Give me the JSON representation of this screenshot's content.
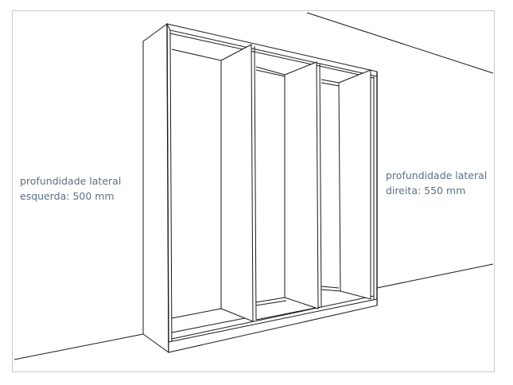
{
  "annotations": {
    "left": {
      "line1": "profundidade lateral",
      "line2": "esquerda: 500 mm"
    },
    "right": {
      "line1": "profundidade lateral",
      "line2": "direita: 550 mm"
    }
  },
  "colors": {
    "label_text": "#5d6f86",
    "line": "#1a1a1a",
    "frame_border": "#c9c9c9"
  }
}
